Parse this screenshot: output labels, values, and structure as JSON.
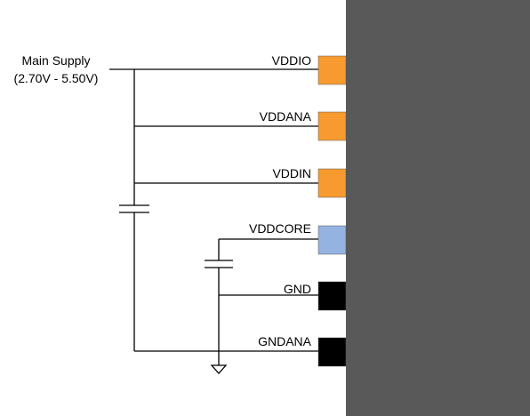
{
  "supply": {
    "line1": "Main Supply",
    "line2": "(2.70V - 5.50V)"
  },
  "pins": [
    {
      "label": "VDDIO",
      "color": "#f79a2f"
    },
    {
      "label": "VDDANA",
      "color": "#f79a2f"
    },
    {
      "label": "VDDIN",
      "color": "#f79a2f"
    },
    {
      "label": "VDDCORE",
      "color": "#94b3e0"
    },
    {
      "label": "GND",
      "color": "#000000"
    },
    {
      "label": "GNDANA",
      "color": "#000000"
    }
  ],
  "colors": {
    "chip_body": "#595959",
    "wire": "#000000"
  },
  "icons": [
    "capacitor-icon",
    "capacitor-icon",
    "ground-icon"
  ]
}
